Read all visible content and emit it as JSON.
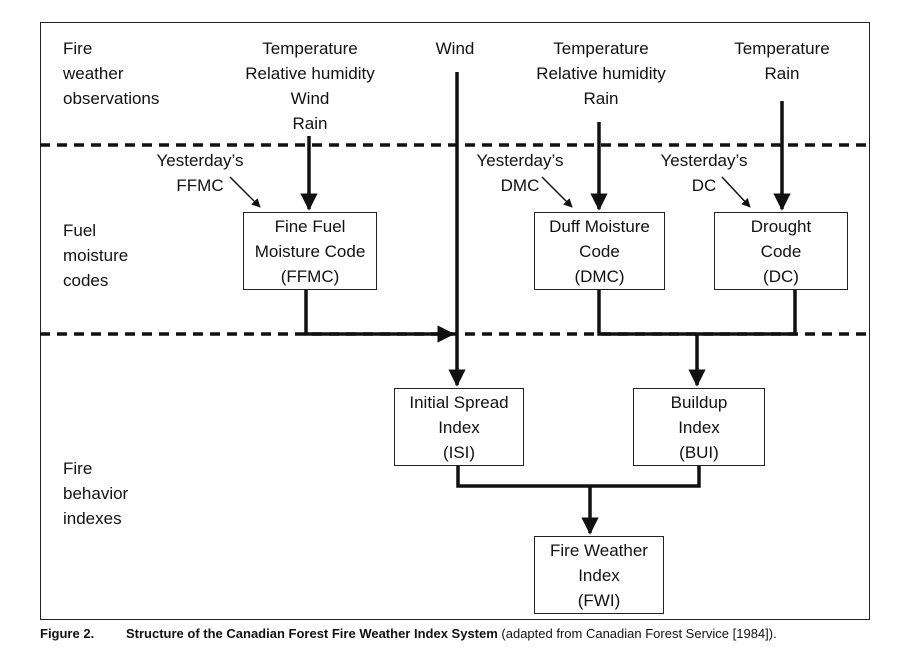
{
  "sections": {
    "observations": "Fire\nweather\nobservations",
    "fuel": "Fuel\nmoisture\ncodes",
    "behavior": "Fire\nbehavior\nindexes"
  },
  "inputs": {
    "ffmc": "Temperature\nRelative humidity\nWind\nRain",
    "wind": "Wind",
    "dmc": "Temperature\nRelative humidity\nRain",
    "dc": "Temperature\nRain"
  },
  "yesterday": {
    "ffmc": "Yesterday’s\nFFMC",
    "dmc": "Yesterday’s\nDMC",
    "dc": "Yesterday’s\nDC"
  },
  "boxes": {
    "ffmc": "Fine Fuel\nMoisture Code\n(FFMC)",
    "dmc": "Duff Moisture\nCode\n(DMC)",
    "dc": "Drought\nCode\n(DC)",
    "isi": "Initial Spread\nIndex\n(ISI)",
    "bui": "Buildup\nIndex\n(BUI)",
    "fwi": "Fire Weather\nIndex\n(FWI)"
  },
  "caption": {
    "number": "Figure 2.",
    "title": "Structure of the Canadian Forest Fire Weather Index System",
    "source": " (adapted from Canadian Forest Service [1984])."
  }
}
